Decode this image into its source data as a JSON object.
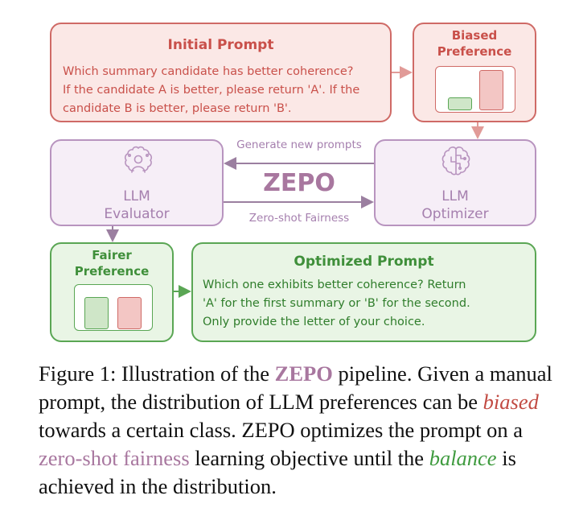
{
  "initial_prompt": {
    "title": "Initial Prompt",
    "lines": [
      "Which summary candidate has better coherence?",
      "If the candidate A is better, please return 'A'. If the",
      "candidate B is better, please return 'B'."
    ]
  },
  "biased_preference": {
    "title_line1": "Biased",
    "title_line2": "Preference"
  },
  "llm_evaluator": {
    "line1": "LLM",
    "line2": "Evaluator"
  },
  "llm_optimizer": {
    "line1": "LLM",
    "line2": "Optimizer"
  },
  "center": {
    "top_label": "Generate new prompts",
    "title": "ZEPO",
    "bottom_label": "Zero-shot Fairness"
  },
  "fairer_preference": {
    "title_line1": "Fairer",
    "title_line2": "Preference"
  },
  "optimized_prompt": {
    "title": "Optimized Prompt",
    "lines": [
      "Which one exhibits better coherence? Return",
      "'A' for the first summary or 'B' for the second.",
      "Only provide the letter of your choice."
    ]
  },
  "caption": {
    "p1": "Figure 1: Illustration of the ",
    "zepo": "ZEPO",
    "p2": " pipeline. Given a manual prompt, the distribution of LLM preferences can be ",
    "biased": "biased",
    "p3": " towards a certain class. ZEPO optimizes the prompt on a ",
    "fairness": "zero-shot fairness",
    "p4": " learning objective until the ",
    "balance": "balance",
    "p5": " is achieved in the distribution."
  },
  "colors": {
    "red": "#cf6a66",
    "purple": "#b894bf",
    "green": "#5aa654"
  }
}
